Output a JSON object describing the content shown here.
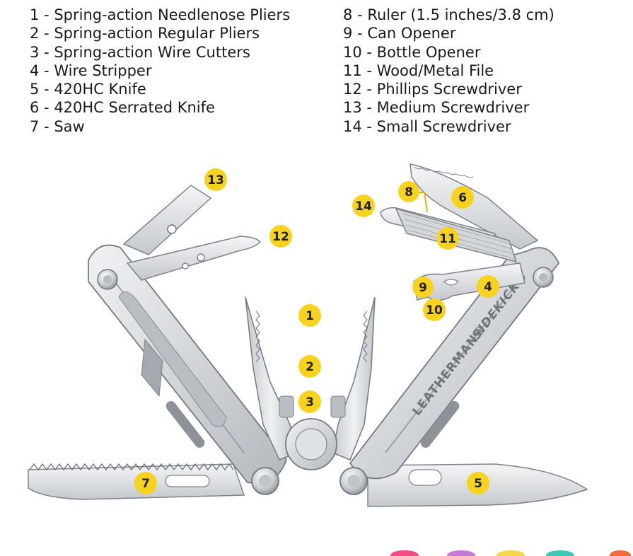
{
  "legend": {
    "left": [
      {
        "number": "1",
        "label": "Spring-action Needlenose Pliers"
      },
      {
        "number": "2",
        "label": "Spring-action Regular Pliers"
      },
      {
        "number": "3",
        "label": "Spring-action Wire Cutters"
      },
      {
        "number": "4",
        "label": "Wire Stripper"
      },
      {
        "number": "5",
        "label": "420HC Knife"
      },
      {
        "number": "6",
        "label": "420HC Serrated Knife"
      },
      {
        "number": "7",
        "label": "Saw"
      }
    ],
    "right": [
      {
        "number": "8",
        "label": "Ruler (1.5 inches/3.8 cm)"
      },
      {
        "number": "9",
        "label": "Can Opener"
      },
      {
        "number": "10",
        "label": "Bottle Opener"
      },
      {
        "number": "11",
        "label": "Wood/Metal File"
      },
      {
        "number": "12",
        "label": "Phillips Screwdriver"
      },
      {
        "number": "13",
        "label": "Medium Screwdriver"
      },
      {
        "number": "14",
        "label": "Small Screwdriver"
      }
    ]
  },
  "callouts": {
    "c1": "1",
    "c2": "2",
    "c3": "3",
    "c4": "4",
    "c5": "5",
    "c6": "6",
    "c7": "7",
    "c8": "8",
    "c9": "9",
    "c10": "10",
    "c11": "11",
    "c12": "12",
    "c13": "13",
    "c14": "14"
  },
  "brand": {
    "name": "LEATHERMAN®",
    "model": "SIDEKICK®"
  },
  "colors": {
    "callout_fill": "#f7d21e",
    "steel_light": "#e6e8ea",
    "steel_mid": "#c8ccd0",
    "steel_dark": "#8d9399",
    "outline": "#6f757b"
  }
}
